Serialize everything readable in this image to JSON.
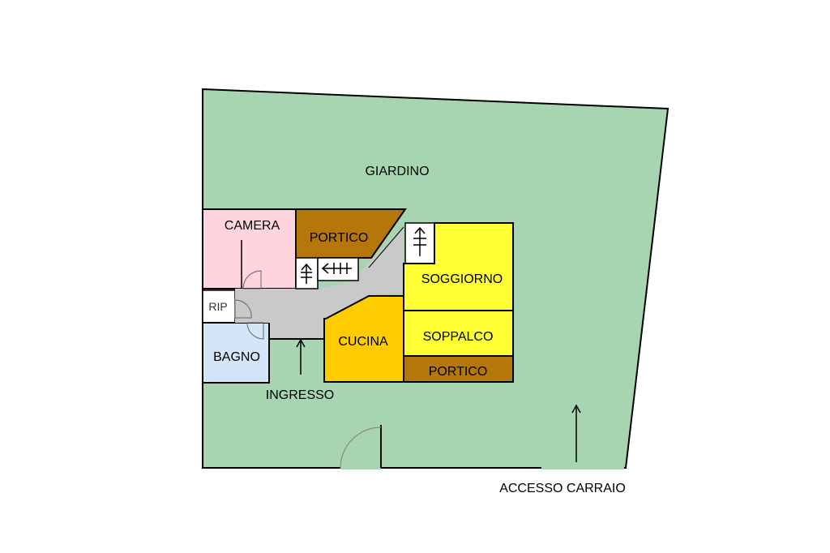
{
  "colors": {
    "garden": "#a8d5b1",
    "camera": "#ffd5dd",
    "bagno": "#d4e5f7",
    "portico": "#b5760a",
    "soggiorno": "#ffff33",
    "soppalco": "#ffff33",
    "cucina": "#ffcc00",
    "corridor": "#c9c9c9",
    "rip": "#ffffff",
    "walls": "#000000"
  },
  "labels": {
    "giardino": "GIARDINO",
    "camera": "CAMERA",
    "portico_top": "PORTICO",
    "soggiorno": "SOGGIORNO",
    "rip": "RIP",
    "cucina": "CUCINA",
    "soppalco": "SOPPALCO",
    "portico_bottom": "PORTICO",
    "bagno": "BAGNO",
    "ingresso": "INGRESSO",
    "accesso_carraio": "ACCESSO CARRAIO"
  },
  "icons": {
    "entrance_arrow": "arrow-up-icon",
    "driveway_arrow": "arrow-up-icon",
    "stairs": "stairs-icon",
    "door": "door-swing-icon"
  }
}
